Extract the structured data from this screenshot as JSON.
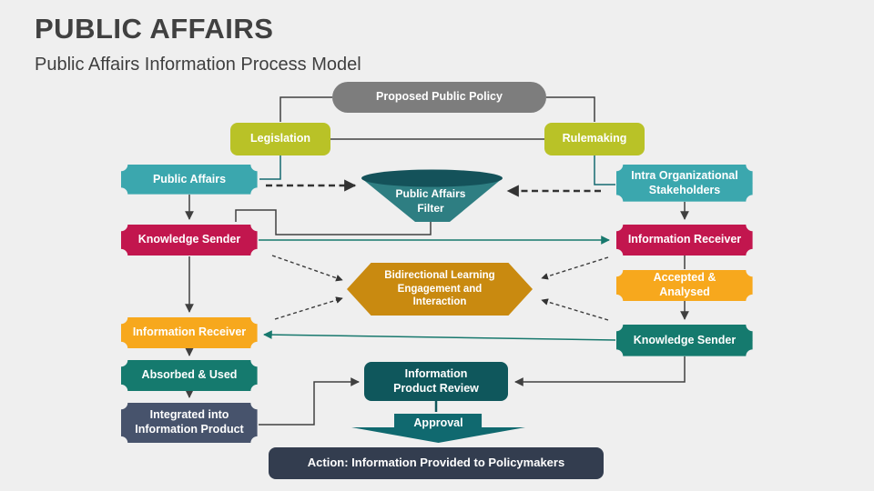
{
  "header": {
    "title": "PUBLIC AFFAIRS",
    "subtitle": "Public Affairs Information Process Model"
  },
  "palette": {
    "background": "#efefef",
    "heading_text": "#404040",
    "node_text": "#ffffff",
    "connector_dark": "#404040",
    "connector_teal": "#17786d",
    "connector_dashed": "#333333"
  },
  "nodes": {
    "proposed_public_policy": {
      "label": "Proposed Public Policy",
      "color": "#7d7d7d"
    },
    "legislation": {
      "label": "Legislation",
      "color": "#b9c227"
    },
    "rulemaking": {
      "label": "Rulemaking",
      "color": "#b9c227"
    },
    "public_affairs": {
      "label": "Public Affairs",
      "color": "#3ba7ae"
    },
    "intra_organizational_stakeholders": {
      "label": "Intra Organizational Stakeholders",
      "color": "#3ba7ae"
    },
    "public_affairs_filter": {
      "label": "Public Affairs Filter",
      "color": "#2e7e82",
      "rim_color": "#14525a"
    },
    "knowledge_sender_left": {
      "label": "Knowledge Sender",
      "color": "#c2164e"
    },
    "information_receiver_right": {
      "label": "Information Receiver",
      "color": "#c2164e"
    },
    "bidirectional_learning": {
      "label": "Bidirectional Learning Engagement and Interaction",
      "color": "#c98a10"
    },
    "accepted_analysed": {
      "label": "Accepted & Analysed",
      "color": "#f7a81d"
    },
    "knowledge_sender_right": {
      "label": "Knowledge Sender",
      "color": "#157a6e"
    },
    "information_receiver_left": {
      "label": "Information Receiver",
      "color": "#f7a81d"
    },
    "absorbed_used": {
      "label": "Absorbed & Used",
      "color": "#47536c"
    },
    "integrated_into_information_product": {
      "label": "Integrated into Information Product",
      "color": "#47536c"
    },
    "information_product_review": {
      "label": "Information Product Review",
      "color": "#0f575c"
    },
    "approval": {
      "label": "Approval",
      "color": "#10696f"
    },
    "action": {
      "label": "Action: Information Provided to Policymakers",
      "color": "#333d4f"
    }
  }
}
